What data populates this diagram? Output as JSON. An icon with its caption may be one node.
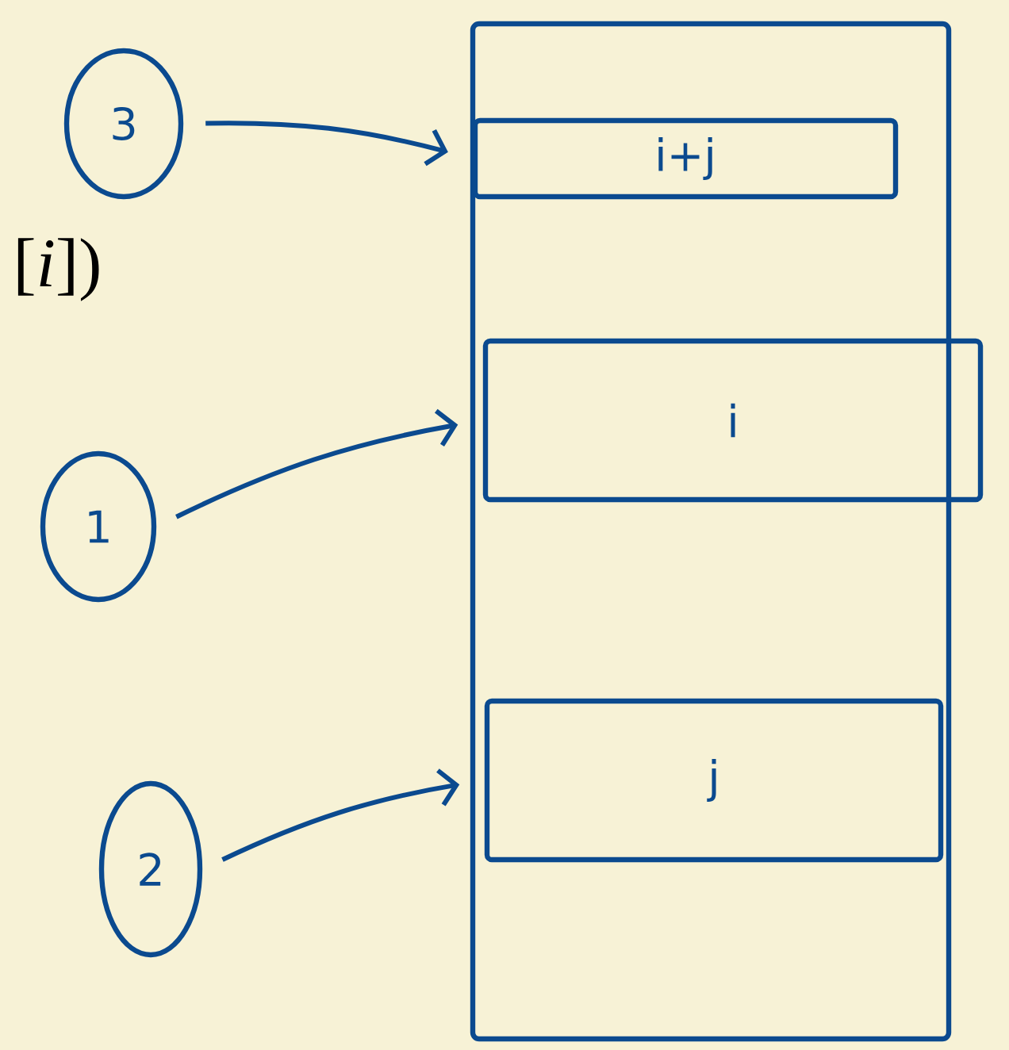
{
  "diagram": {
    "nodes": [
      {
        "text": [
          "3"
        ]
      },
      {
        "text": [],
        "shape": "box"
      },
      {
        "text": [
          "i+j"
        ],
        "in": 1
      },
      {
        "text": [
          "i"
        ]
      },
      {
        "text": [
          "1"
        ]
      },
      {
        "text": [
          "j"
        ],
        "in": 1
      },
      {
        "text": [
          "2"
        ]
      }
    ],
    "edges": [
      {
        "from": 0,
        "to": 2,
        "arrow": "to"
      },
      {
        "from": 4,
        "to": 3,
        "arrow": "to"
      },
      {
        "from": 6,
        "to": 5,
        "arrow": "to"
      }
    ],
    "labels": [
      "[*i*])"
    ]
  }
}
